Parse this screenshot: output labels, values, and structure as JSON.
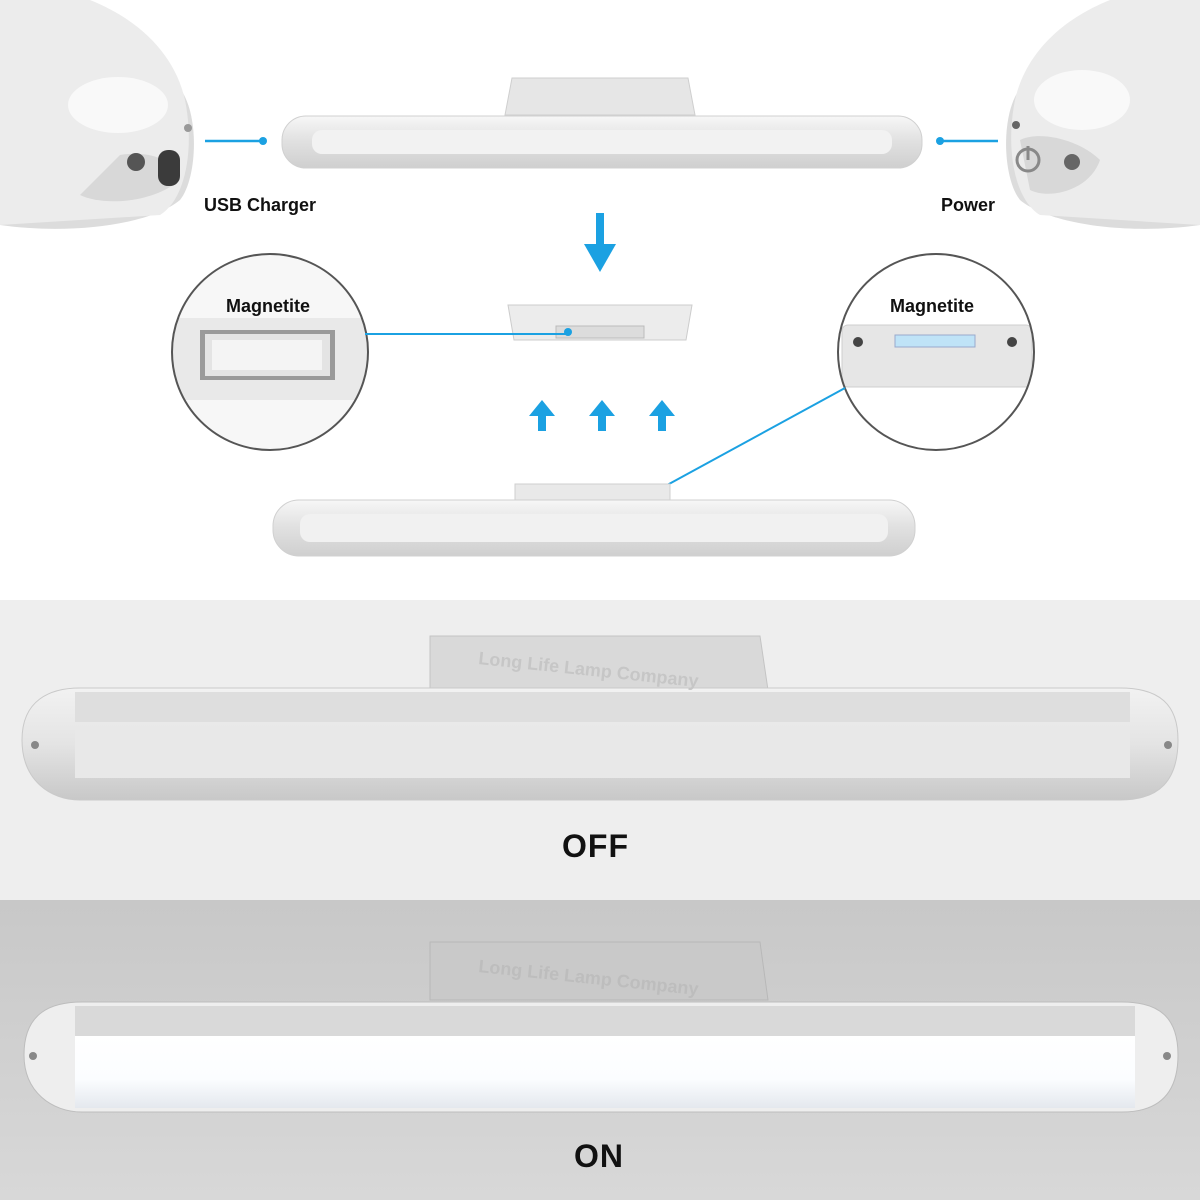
{
  "labels": {
    "usb": "USB Charger",
    "power": "Power",
    "magnetite_left": "Magnetite",
    "magnetite_right": "Magnetite",
    "off": "OFF",
    "on": "ON"
  },
  "watermark": "Long Life Lamp Company",
  "colors": {
    "accent": "#1ba1e2",
    "panel_off": "#eeeeee",
    "panel_on": "#cfcfcf"
  },
  "icons": [
    "down-arrow-icon",
    "up-arrow-icon",
    "power-icon",
    "usb-port-icon"
  ]
}
